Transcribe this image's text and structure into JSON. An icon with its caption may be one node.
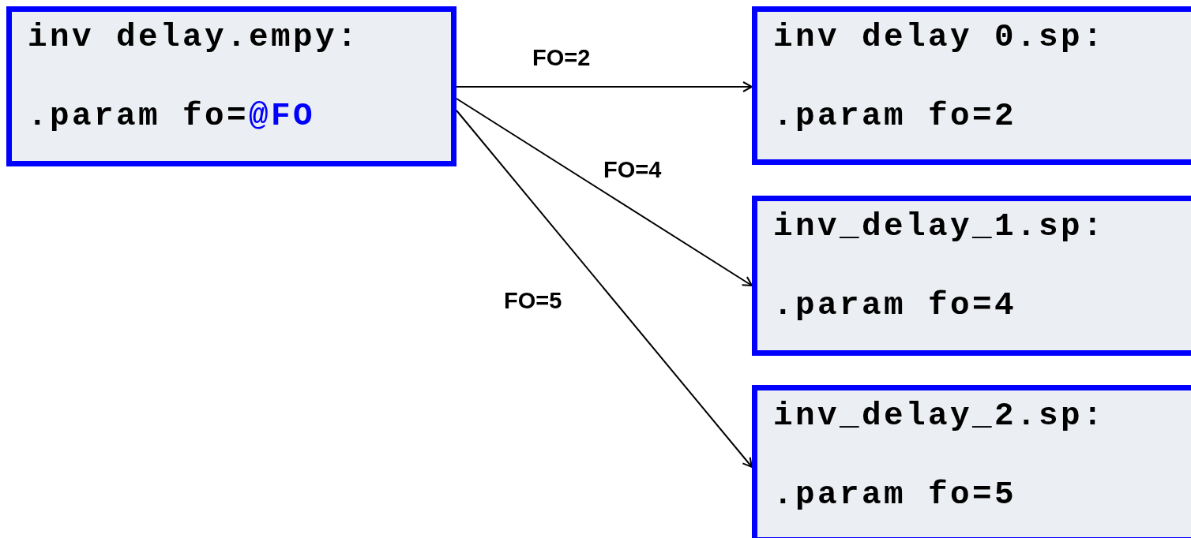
{
  "diagram": {
    "nodes": [
      {
        "text": [
          "inv delay.empy:",
          ".param fo=@FO"
        ]
      },
      {
        "text": [
          "inv delay 0.sp:",
          ".param fo=2"
        ]
      },
      {
        "text": [
          "inv_delay_1.sp:",
          ".param fo=4"
        ]
      },
      {
        "text": [
          "inv_delay_2.sp:",
          ".param fo=5"
        ]
      }
    ],
    "edges": [
      {
        "from": 0,
        "to": 1,
        "arrow": "to",
        "label": "FO=2"
      },
      {
        "from": 0,
        "to": 2,
        "arrow": "to",
        "label": "FO=4"
      },
      {
        "from": 0,
        "to": 3,
        "arrow": "to",
        "label": "FO=5"
      }
    ]
  }
}
